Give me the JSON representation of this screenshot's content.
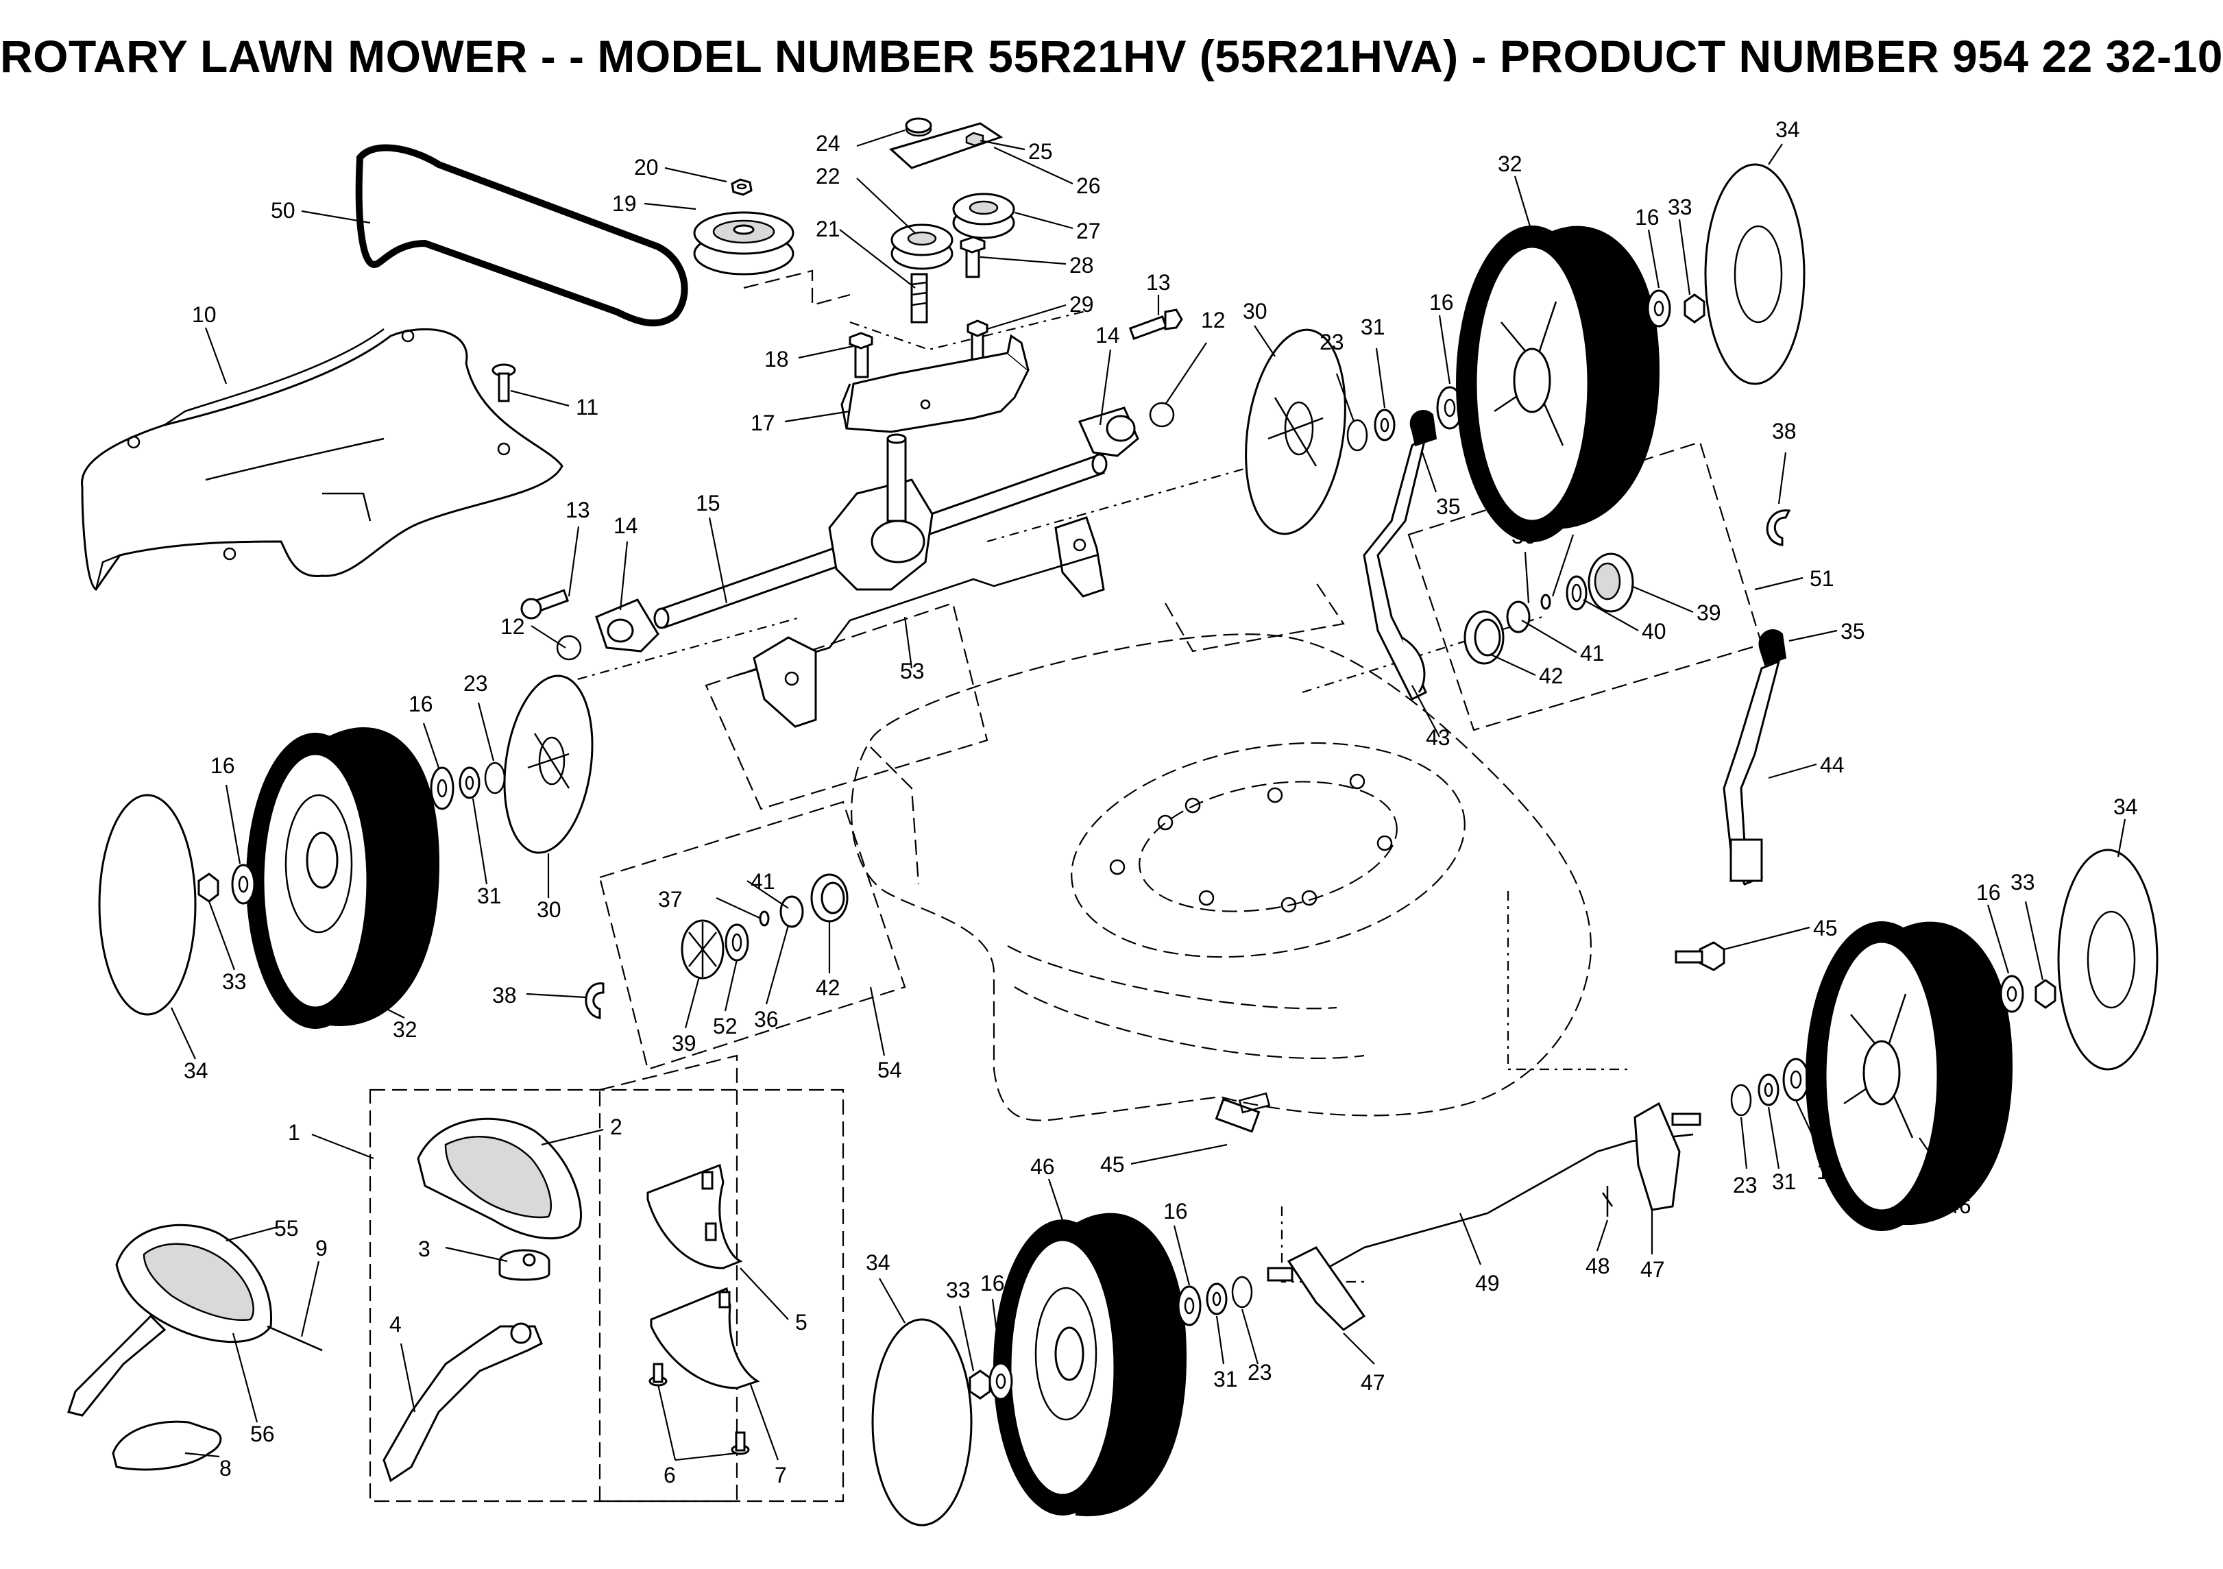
{
  "title": "ROTARY LAWN MOWER - - MODEL NUMBER 55R21HV (55R21HVA) - PRODUCT NUMBER 954 22 32-10",
  "callouts": [
    {
      "id": "c50",
      "text": "50"
    },
    {
      "id": "c20",
      "text": "20"
    },
    {
      "id": "c19",
      "text": "19"
    },
    {
      "id": "c24",
      "text": "24"
    },
    {
      "id": "c25",
      "text": "25"
    },
    {
      "id": "c22",
      "text": "22"
    },
    {
      "id": "c26",
      "text": "26"
    },
    {
      "id": "c21",
      "text": "21"
    },
    {
      "id": "c27",
      "text": "27"
    },
    {
      "id": "c28",
      "text": "28"
    },
    {
      "id": "c29",
      "text": "29"
    },
    {
      "id": "c18",
      "text": "18"
    },
    {
      "id": "c10",
      "text": "10"
    },
    {
      "id": "c11",
      "text": "11"
    },
    {
      "id": "c17",
      "text": "17"
    },
    {
      "id": "c13a",
      "text": "13"
    },
    {
      "id": "c14a",
      "text": "14"
    },
    {
      "id": "c12a",
      "text": "12"
    },
    {
      "id": "c30a",
      "text": "30"
    },
    {
      "id": "c23a",
      "text": "23"
    },
    {
      "id": "c31a",
      "text": "31"
    },
    {
      "id": "c16a",
      "text": "16"
    },
    {
      "id": "c32a",
      "text": "32"
    },
    {
      "id": "c16b",
      "text": "16"
    },
    {
      "id": "c33a",
      "text": "33"
    },
    {
      "id": "c34a",
      "text": "34"
    },
    {
      "id": "c35a",
      "text": "35"
    },
    {
      "id": "c13b",
      "text": "13"
    },
    {
      "id": "c14b",
      "text": "14"
    },
    {
      "id": "c15",
      "text": "15"
    },
    {
      "id": "c38a",
      "text": "38"
    },
    {
      "id": "c36a",
      "text": "36"
    },
    {
      "id": "c37a",
      "text": "37"
    },
    {
      "id": "c51",
      "text": "51"
    },
    {
      "id": "c39a",
      "text": "39"
    },
    {
      "id": "c40",
      "text": "40"
    },
    {
      "id": "c41a",
      "text": "41"
    },
    {
      "id": "c42a",
      "text": "42"
    },
    {
      "id": "c43",
      "text": "43"
    },
    {
      "id": "c35b",
      "text": "35"
    },
    {
      "id": "c12b",
      "text": "12"
    },
    {
      "id": "c53",
      "text": "53"
    },
    {
      "id": "c23b",
      "text": "23"
    },
    {
      "id": "c16c",
      "text": "16"
    },
    {
      "id": "c16d",
      "text": "16"
    },
    {
      "id": "c31b",
      "text": "31"
    },
    {
      "id": "c30b",
      "text": "30"
    },
    {
      "id": "c33b",
      "text": "33"
    },
    {
      "id": "c32b",
      "text": "32"
    },
    {
      "id": "c34b",
      "text": "34"
    },
    {
      "id": "c44",
      "text": "44"
    },
    {
      "id": "c34c",
      "text": "34"
    },
    {
      "id": "c41b",
      "text": "41"
    },
    {
      "id": "c37b",
      "text": "37"
    },
    {
      "id": "c38b",
      "text": "38"
    },
    {
      "id": "c39b",
      "text": "39"
    },
    {
      "id": "c52",
      "text": "52"
    },
    {
      "id": "c36b",
      "text": "36"
    },
    {
      "id": "c42b",
      "text": "42"
    },
    {
      "id": "c54",
      "text": "54"
    },
    {
      "id": "c45a",
      "text": "45"
    },
    {
      "id": "c16e",
      "text": "16"
    },
    {
      "id": "c33c",
      "text": "33"
    },
    {
      "id": "c1",
      "text": "1"
    },
    {
      "id": "c2",
      "text": "2"
    },
    {
      "id": "c55",
      "text": "55"
    },
    {
      "id": "c9",
      "text": "9"
    },
    {
      "id": "c3",
      "text": "3"
    },
    {
      "id": "c4",
      "text": "4"
    },
    {
      "id": "c5",
      "text": "5"
    },
    {
      "id": "c56",
      "text": "56"
    },
    {
      "id": "c8",
      "text": "8"
    },
    {
      "id": "c6",
      "text": "6"
    },
    {
      "id": "c7",
      "text": "7"
    },
    {
      "id": "c46a",
      "text": "46"
    },
    {
      "id": "c16f",
      "text": "16"
    },
    {
      "id": "c45b",
      "text": "45"
    },
    {
      "id": "c34d",
      "text": "34"
    },
    {
      "id": "c33d",
      "text": "33"
    },
    {
      "id": "c16g",
      "text": "16"
    },
    {
      "id": "c31c",
      "text": "31"
    },
    {
      "id": "c23c",
      "text": "23"
    },
    {
      "id": "c49",
      "text": "49"
    },
    {
      "id": "c48",
      "text": "48"
    },
    {
      "id": "c47a",
      "text": "47"
    },
    {
      "id": "c47b",
      "text": "47"
    },
    {
      "id": "c23d",
      "text": "23"
    },
    {
      "id": "c31d",
      "text": "31"
    },
    {
      "id": "c16h",
      "text": "16"
    },
    {
      "id": "c46b",
      "text": "46"
    }
  ]
}
